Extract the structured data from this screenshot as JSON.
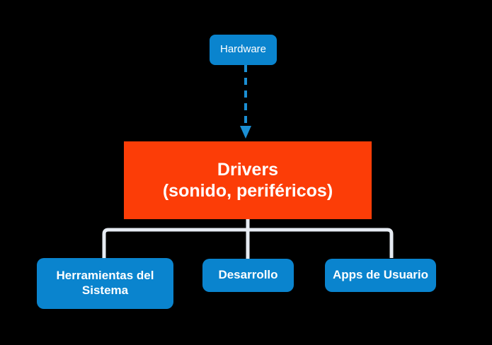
{
  "diagram": {
    "title": "Drivers hierarchy diagram",
    "background_color": "#000000",
    "nodes": {
      "hardware": {
        "label": "Hardware",
        "color": "#0A84CE",
        "text_color": "#FFFFFF",
        "shape": "rounded-rectangle"
      },
      "drivers": {
        "line1": "Drivers",
        "line2": "(sonido, periféricos)",
        "color": "#FC3D07",
        "text_color": "#FFFFFF",
        "shape": "rectangle"
      },
      "herramientas": {
        "line1": "Herramientas del",
        "line2": "Sistema",
        "color": "#0A84CE",
        "text_color": "#FFFFFF",
        "shape": "rounded-rectangle"
      },
      "desarrollo": {
        "label": "Desarrollo",
        "color": "#0A84CE",
        "text_color": "#FFFFFF",
        "shape": "rounded-rectangle"
      },
      "apps": {
        "label": "Apps de Usuario",
        "color": "#0A84CE",
        "text_color": "#FFFFFF",
        "shape": "rounded-rectangle"
      }
    },
    "connectors": {
      "hardware_to_drivers": {
        "style": "dashed",
        "color": "#1B8FD4",
        "arrowhead": "down",
        "from": "hardware",
        "to": "drivers"
      },
      "drivers_to_children": {
        "style": "solid",
        "color": "#E6EBF2",
        "arrowhead": "none",
        "from": "drivers",
        "to": [
          "herramientas",
          "desarrollo",
          "apps"
        ]
      }
    }
  }
}
